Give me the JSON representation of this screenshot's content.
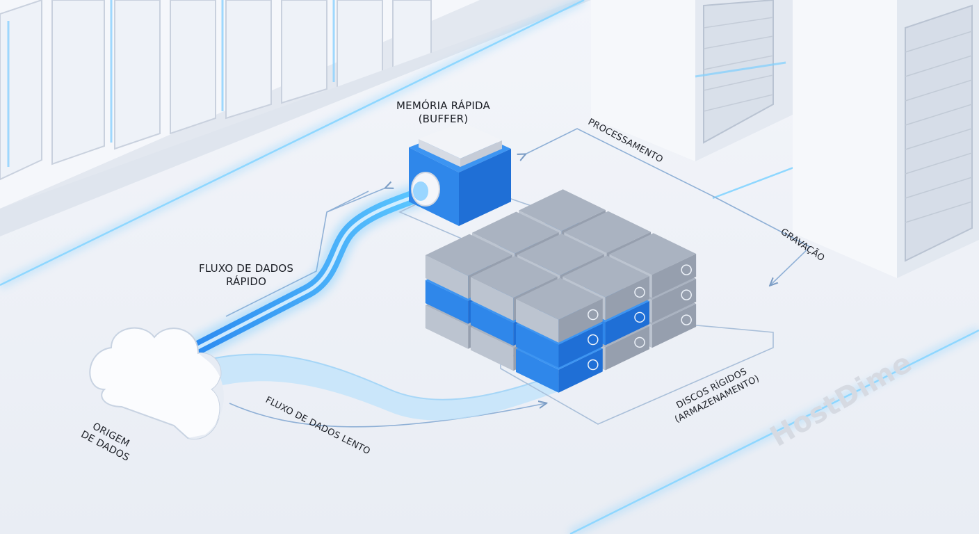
{
  "labels": {
    "buffer_line1": "MEMÓRIA RÁPIDA",
    "buffer_line2": "(BUFFER)",
    "processing": "PROCESSAMENTO",
    "writing": "GRAVAÇÃO",
    "fast_flow_line1": "FLUXO DE DADOS",
    "fast_flow_line2": "RÁPIDO",
    "slow_flow": "FLUXO DE DADOS LENTO",
    "source_line1": "ORIGEM",
    "source_line2": "DE DADOS",
    "disks_line1": "DISCOS RÍGIDOS",
    "disks_line2": "(ARMAZENAMENTO)"
  },
  "watermark": "HostDime",
  "colors": {
    "floor": "#eef1f7",
    "accent_blue": "#1f7fe6",
    "glow_blue": "#5cc2ff",
    "disk_gray": "#aab3c1",
    "rack_white": "#f4f6fa"
  },
  "icons": {
    "source": "cloud-icon",
    "buffer": "memory-cube-icon",
    "storage": "disk-array-icon",
    "disk_indicator": "clock-icon"
  }
}
